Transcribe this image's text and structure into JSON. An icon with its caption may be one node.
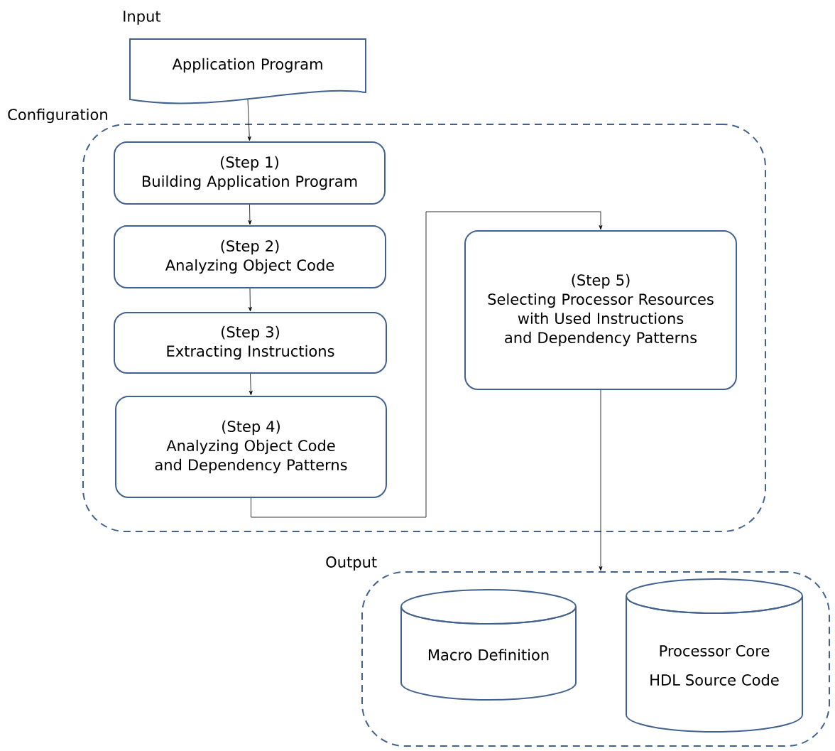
{
  "diagram": {
    "nodes": [
      {
        "text": [
          "Input",
          "Application Program"
        ]
      },
      {
        "text": [
          "Configuration"
        ]
      },
      {
        "text": [
          "(Step 1)",
          "Building Application Program"
        ],
        "in": 1
      },
      {
        "text": [
          "(Step 2)",
          "Analyzing Object Code"
        ],
        "in": 1
      },
      {
        "text": [
          "(Step 3)",
          "Extracting Instructions"
        ],
        "in": 1
      },
      {
        "text": [
          "(Step 4)",
          "Analyzing Object Code and Dependency Patterns"
        ],
        "in": 1
      },
      {
        "text": [
          "(Step 5)",
          "Selecting Processor Resources with Used Instructions and Dependency Patterns"
        ],
        "in": 1
      },
      {
        "text": [
          "Output"
        ]
      },
      {
        "text": [
          "Macro Definition"
        ],
        "in": 7
      },
      {
        "text": [
          "Processor Core",
          "HDL Source Code"
        ],
        "in": 7
      }
    ],
    "edges": [
      {
        "from": 0,
        "to": 2,
        "arrow": "to"
      },
      {
        "from": 2,
        "to": 3,
        "arrow": "to"
      },
      {
        "from": 3,
        "to": 4,
        "arrow": "to"
      },
      {
        "from": 4,
        "to": 5,
        "arrow": "to"
      },
      {
        "from": 5,
        "to": 6,
        "arrow": "to"
      },
      {
        "from": 6,
        "to": 7,
        "arrow": "to"
      }
    ]
  }
}
